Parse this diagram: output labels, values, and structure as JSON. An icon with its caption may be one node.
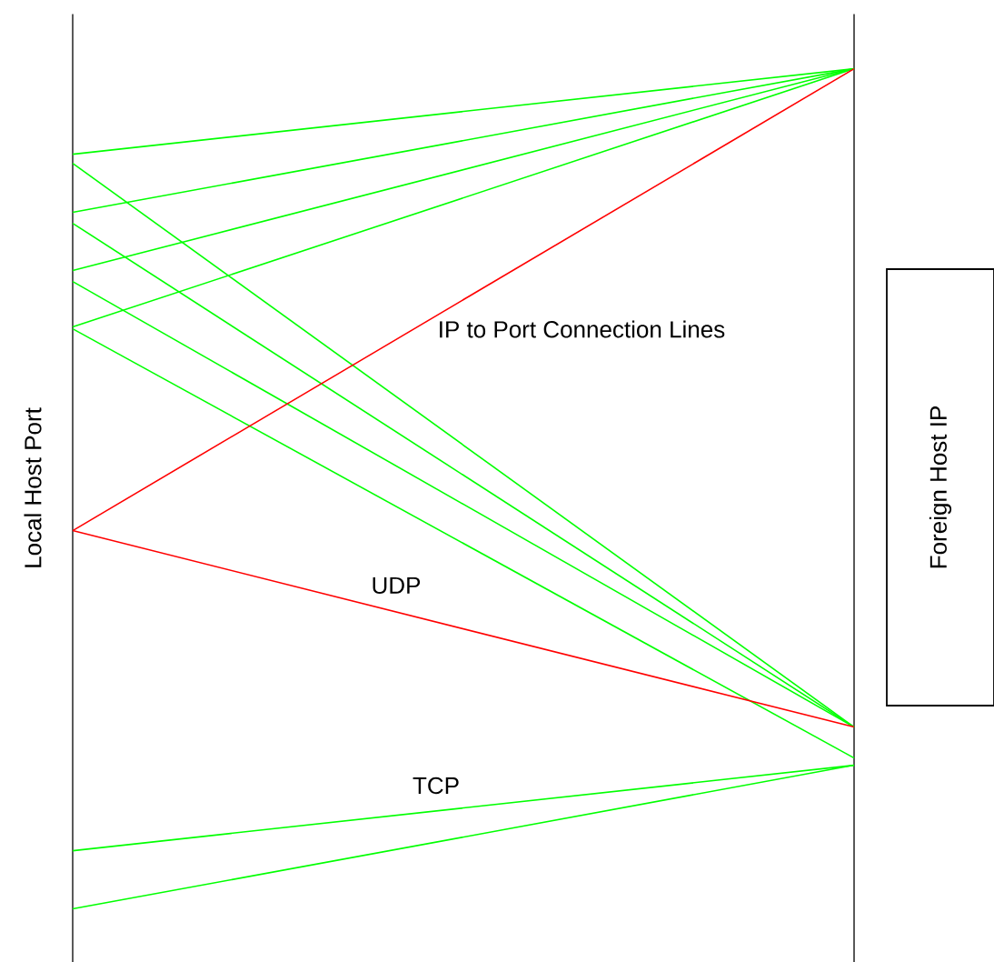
{
  "diagram": {
    "nodes": [
      {
        "text": [
          "Local Host Port"
        ]
      },
      {
        "text": [],
        "shape": "line"
      },
      {
        "text": [
          "Foreign Host IP"
        ]
      }
    ],
    "edges": [
      {
        "from": 0,
        "to": 1,
        "arrow": "none"
      },
      {
        "from": 0,
        "to": 1,
        "arrow": "none"
      },
      {
        "from": 0,
        "to": 1,
        "arrow": "none"
      },
      {
        "from": 0,
        "to": 1,
        "arrow": "none"
      },
      {
        "from": 0,
        "to": 1,
        "arrow": "none"
      },
      {
        "from": 0,
        "to": 1,
        "arrow": "none"
      },
      {
        "from": 0,
        "to": 1,
        "arrow": "none"
      },
      {
        "from": 0,
        "to": 1,
        "arrow": "none"
      },
      {
        "from": 0,
        "to": 1,
        "arrow": "none",
        "color": "#ff0000"
      },
      {
        "from": 0,
        "to": 1,
        "arrow": "none",
        "color": "#ff0000"
      },
      {
        "from": 0,
        "to": 1,
        "arrow": "none"
      },
      {
        "from": 0,
        "to": 1,
        "arrow": "none"
      }
    ],
    "labels": [
      "IP to Port Connection Lines",
      "UDP",
      "TCP"
    ]
  }
}
